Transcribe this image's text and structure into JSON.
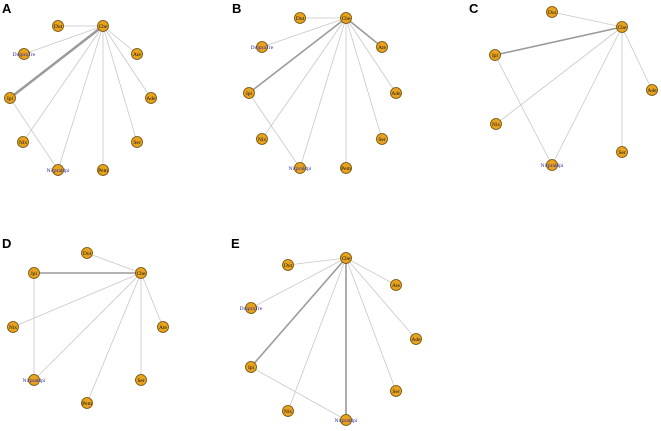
{
  "colors": {
    "node_fill": "#E7A21F",
    "edge": "#c8c8c8",
    "edge_strong": "#9a9a9a",
    "label_blue": "#2a2aa0"
  },
  "panels": [
    {
      "label": "A",
      "nodes": [
        {
          "id": "Dut",
          "label": "Dut"
        },
        {
          "id": "Cbe",
          "label": "Cbe"
        },
        {
          "id": "DutpraTre",
          "label": "DutpraTre",
          "blue": true
        },
        {
          "id": "Ate",
          "label": "Ate"
        },
        {
          "id": "Ipi",
          "label": "Ipi"
        },
        {
          "id": "Ade",
          "label": "Ade"
        },
        {
          "id": "Nix",
          "label": "Nix"
        },
        {
          "id": "Ser",
          "label": "Ser"
        },
        {
          "id": "Nirpraldpi",
          "label": "Nirpraldpi",
          "blue": true
        },
        {
          "id": "Pem",
          "label": "Pem"
        }
      ],
      "edges": [
        {
          "a": "Cbe",
          "b": "Dut",
          "w": 1
        },
        {
          "a": "Cbe",
          "b": "DutpraTre",
          "w": 1
        },
        {
          "a": "Cbe",
          "b": "Ate",
          "w": 1
        },
        {
          "a": "Cbe",
          "b": "Ipi",
          "w": 3
        },
        {
          "a": "Cbe",
          "b": "Ade",
          "w": 1
        },
        {
          "a": "Cbe",
          "b": "Nix",
          "w": 1
        },
        {
          "a": "Cbe",
          "b": "Ser",
          "w": 1
        },
        {
          "a": "Cbe",
          "b": "Nirpraldpi",
          "w": 1
        },
        {
          "a": "Cbe",
          "b": "Pem",
          "w": 1
        },
        {
          "a": "Ipi",
          "b": "Nirpraldpi",
          "w": 1
        }
      ]
    },
    {
      "label": "B",
      "nodes": [
        {
          "id": "Dut",
          "label": "Dut"
        },
        {
          "id": "Cbe",
          "label": "Cbe"
        },
        {
          "id": "DutpraTre",
          "label": "DutpraTre",
          "blue": true
        },
        {
          "id": "Ate",
          "label": "Ate"
        },
        {
          "id": "Ipi",
          "label": "Ipi"
        },
        {
          "id": "Ade",
          "label": "Ade"
        },
        {
          "id": "Nix",
          "label": "Nix"
        },
        {
          "id": "Ser",
          "label": "Ser"
        },
        {
          "id": "Nirpraldpi",
          "label": "Nirpraldpi",
          "blue": true
        },
        {
          "id": "Pem",
          "label": "Pem"
        }
      ],
      "edges": [
        {
          "a": "Cbe",
          "b": "Dut",
          "w": 1
        },
        {
          "a": "Cbe",
          "b": "DutpraTre",
          "w": 1
        },
        {
          "a": "Cbe",
          "b": "Ate",
          "w": 2
        },
        {
          "a": "Cbe",
          "b": "Ipi",
          "w": 2
        },
        {
          "a": "Cbe",
          "b": "Ade",
          "w": 1
        },
        {
          "a": "Cbe",
          "b": "Nix",
          "w": 1
        },
        {
          "a": "Cbe",
          "b": "Ser",
          "w": 1
        },
        {
          "a": "Cbe",
          "b": "Nirpraldpi",
          "w": 1
        },
        {
          "a": "Cbe",
          "b": "Pem",
          "w": 1
        },
        {
          "a": "Ipi",
          "b": "Nirpraldpi",
          "w": 1
        }
      ]
    },
    {
      "label": "C",
      "nodes": [
        {
          "id": "Dut",
          "label": "Dut"
        },
        {
          "id": "Cbe",
          "label": "Cbe"
        },
        {
          "id": "Ipi",
          "label": "Ipi"
        },
        {
          "id": "Ade",
          "label": "Ade"
        },
        {
          "id": "Nix",
          "label": "Nix"
        },
        {
          "id": "Ser",
          "label": "Ser"
        },
        {
          "id": "Nirpraldpi",
          "label": "Nirpraldpi",
          "blue": true
        }
      ],
      "edges": [
        {
          "a": "Cbe",
          "b": "Dut",
          "w": 1
        },
        {
          "a": "Cbe",
          "b": "Ipi",
          "w": 2
        },
        {
          "a": "Cbe",
          "b": "Ade",
          "w": 1
        },
        {
          "a": "Cbe",
          "b": "Nix",
          "w": 1
        },
        {
          "a": "Cbe",
          "b": "Ser",
          "w": 1
        },
        {
          "a": "Cbe",
          "b": "Nirpraldpi",
          "w": 1
        },
        {
          "a": "Ipi",
          "b": "Nirpraldpi",
          "w": 1
        }
      ]
    },
    {
      "label": "D",
      "nodes": [
        {
          "id": "Dut",
          "label": "Dut"
        },
        {
          "id": "Ipi",
          "label": "Ipi"
        },
        {
          "id": "Cbe",
          "label": "Cbe"
        },
        {
          "id": "Nix",
          "label": "Nix"
        },
        {
          "id": "Ate",
          "label": "Ate"
        },
        {
          "id": "Nirpraldpi",
          "label": "Nirpraldpi",
          "blue": true
        },
        {
          "id": "Ser",
          "label": "Ser"
        },
        {
          "id": "Pem",
          "label": "Pem"
        }
      ],
      "edges": [
        {
          "a": "Cbe",
          "b": "Dut",
          "w": 1
        },
        {
          "a": "Cbe",
          "b": "Ipi",
          "w": 2
        },
        {
          "a": "Cbe",
          "b": "Nix",
          "w": 1
        },
        {
          "a": "Cbe",
          "b": "Ate",
          "w": 1
        },
        {
          "a": "Cbe",
          "b": "Nirpraldpi",
          "w": 1
        },
        {
          "a": "Cbe",
          "b": "Ser",
          "w": 1
        },
        {
          "a": "Cbe",
          "b": "Pem",
          "w": 1
        },
        {
          "a": "Ipi",
          "b": "Nirpraldpi",
          "w": 1
        }
      ]
    },
    {
      "label": "E",
      "nodes": [
        {
          "id": "Cbe",
          "label": "Cbe"
        },
        {
          "id": "Dut",
          "label": "Dut"
        },
        {
          "id": "Ate",
          "label": "Ate"
        },
        {
          "id": "DutpraTre",
          "label": "DutpraTre",
          "blue": true
        },
        {
          "id": "Ade",
          "label": "Ade"
        },
        {
          "id": "Ipi",
          "label": "Ipi"
        },
        {
          "id": "Ser",
          "label": "Ser"
        },
        {
          "id": "Nix",
          "label": "Nix"
        },
        {
          "id": "Nirpraldpi",
          "label": "Nirpraldpi",
          "blue": true
        }
      ],
      "edges": [
        {
          "a": "Cbe",
          "b": "Dut",
          "w": 1
        },
        {
          "a": "Cbe",
          "b": "Ate",
          "w": 1
        },
        {
          "a": "Cbe",
          "b": "DutpraTre",
          "w": 1
        },
        {
          "a": "Cbe",
          "b": "Ade",
          "w": 1
        },
        {
          "a": "Cbe",
          "b": "Ipi",
          "w": 2
        },
        {
          "a": "Cbe",
          "b": "Ser",
          "w": 1
        },
        {
          "a": "Cbe",
          "b": "Nix",
          "w": 1
        },
        {
          "a": "Cbe",
          "b": "Nirpraldpi",
          "w": 2
        },
        {
          "a": "Ipi",
          "b": "Nirpraldpi",
          "w": 1
        }
      ]
    }
  ]
}
